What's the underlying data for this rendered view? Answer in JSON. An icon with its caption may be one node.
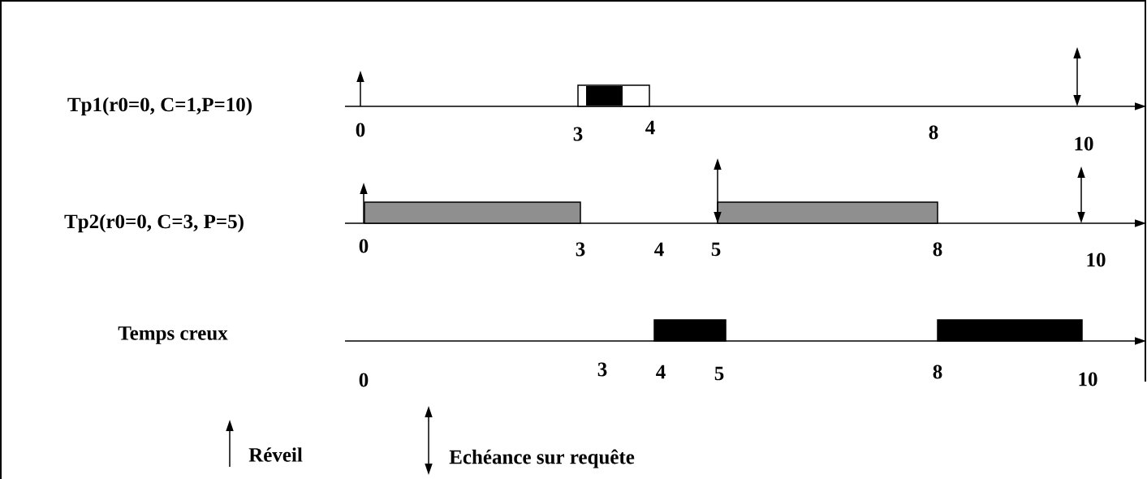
{
  "diagram": {
    "nodes": [
      {
        "text": [],
        "shape": "bar"
      },
      {
        "text": [],
        "shape": "bar"
      },
      {
        "text": [],
        "shape": "bar"
      },
      {
        "text": [],
        "shape": "bar"
      },
      {
        "text": [],
        "shape": "bar"
      }
    ],
    "labels": [
      "Tp1(r0=0, C=1,P=10)",
      "0",
      "3",
      "4",
      "8",
      "10",
      "Tp2(r0=0, C=3, P=5)",
      "0",
      "3",
      "4",
      "5",
      "8",
      "10",
      "Temps creux",
      "0",
      "3",
      "4",
      "5",
      "8",
      "10"
    ],
    "legend": [
      {
        "text": "Réveil"
      },
      {
        "text": "Echéance sur requête"
      }
    ]
  }
}
